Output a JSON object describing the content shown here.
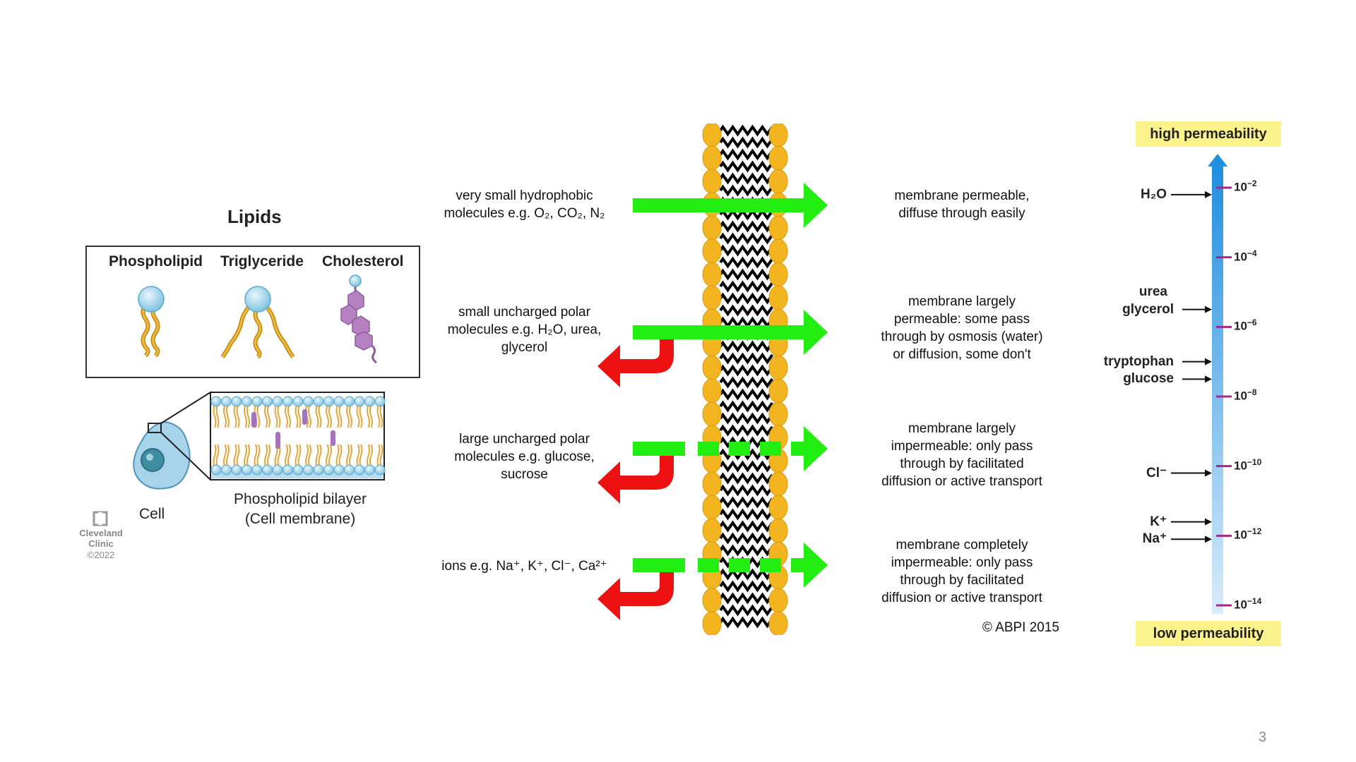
{
  "lipids": {
    "title": "Lipids",
    "types": [
      "Phospholipid",
      "Triglyceride",
      "Cholesterol"
    ],
    "cell_label": "Cell",
    "bilayer_label_1": "Phospholipid bilayer",
    "bilayer_label_2": "(Cell membrane)",
    "credit_1": "Cleveland",
    "credit_2": "Clinic",
    "credit_3": "©2022"
  },
  "membrane": {
    "rows": [
      {
        "left": [
          "very small hydrophobic",
          "molecules e.g. O₂, CO₂, N₂"
        ],
        "right": [
          "membrane permeable,",
          "diffuse through easily"
        ],
        "crossing": "solid",
        "reflect": false
      },
      {
        "left": [
          "small uncharged polar",
          "molecules e.g. H₂O, urea,",
          "glycerol"
        ],
        "right": [
          "membrane largely",
          "permeable: some pass",
          "through by osmosis (water)",
          "or diffusion, some don't"
        ],
        "crossing": "solid",
        "reflect": true
      },
      {
        "left": [
          "large uncharged polar",
          "molecules e.g. glucose,",
          "sucrose"
        ],
        "right": [
          "membrane largely",
          "impermeable: only pass",
          "through by facilitated",
          "diffusion or active transport"
        ],
        "crossing": "dashed",
        "reflect": true
      },
      {
        "left": [
          "ions e.g. Na⁺, K⁺, Cl⁻, Ca²⁺"
        ],
        "right": [
          "membrane completely",
          "impermeable: only pass",
          "through by facilitated",
          "diffusion or active transport"
        ],
        "crossing": "dashed",
        "reflect": true
      }
    ],
    "copyright": "© ABPI 2015",
    "colors": {
      "pass": "#22ee11",
      "reflect": "#ee1111",
      "head": "#f2b51f"
    }
  },
  "scale": {
    "high_label": "high permeability",
    "low_label": "low permeability",
    "ticks": [
      {
        "exp": "−2",
        "value": 0.01
      },
      {
        "exp": "−4",
        "value": 0.0001
      },
      {
        "exp": "−6",
        "value": 1e-06
      },
      {
        "exp": "−8",
        "value": 1e-08
      },
      {
        "exp": "−10",
        "value": 1e-10
      },
      {
        "exp": "−12",
        "value": 1e-12
      },
      {
        "exp": "−14",
        "value": 1e-14
      }
    ],
    "tick_base": "10",
    "substances": [
      {
        "name": "H₂O",
        "log10": -2.2
      },
      {
        "name": "urea",
        "log10": null
      },
      {
        "name": "glycerol",
        "log10": -5.5
      },
      {
        "name": "tryptophan",
        "log10": -7.0
      },
      {
        "name": "glucose",
        "log10": -7.5
      },
      {
        "name": "Cl⁻",
        "log10": -10.2
      },
      {
        "name": "K⁺",
        "log10": -11.6
      },
      {
        "name": "Na⁺",
        "log10": -12.1
      }
    ],
    "colors": {
      "bar_top": "#1f8fe0",
      "bar_bottom": "#d8ecfa",
      "box": "#fbf28c",
      "tick": "#a1288f"
    }
  },
  "page_number": "3"
}
